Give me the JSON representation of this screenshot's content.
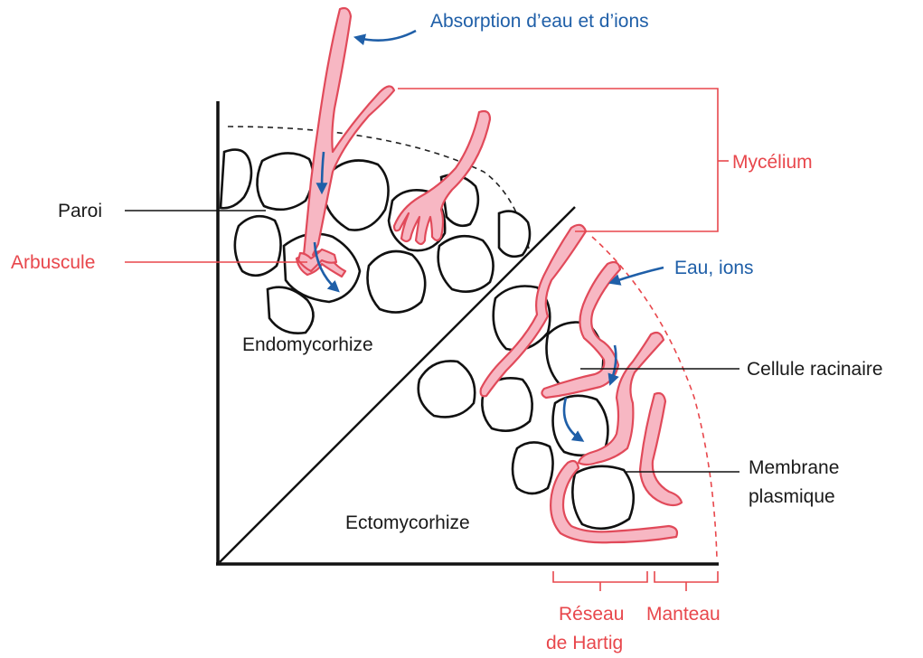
{
  "labels": {
    "absorption": "Absorption d’eau et d’ions",
    "mycelium": "Mycélium",
    "paroi": "Paroi",
    "arbuscule": "Arbuscule",
    "eau_ions": "Eau, ions",
    "endomycorhize": "Endomycorhize",
    "cellule_racinaire": "Cellule racinaire",
    "membrane_line1": "Membrane",
    "membrane_line2": "plasmique",
    "ectomycorhize": "Ectomycorhize",
    "reseau_line1": "Réseau",
    "reseau_line2": "de Hartig",
    "manteau": "Manteau"
  },
  "colors": {
    "fungus_fill": "#f7b7c3",
    "fungus_stroke": "#e14a5a",
    "label_red": "#e8474c",
    "arrow_blue": "#1f5fa8",
    "outline": "#111111"
  }
}
